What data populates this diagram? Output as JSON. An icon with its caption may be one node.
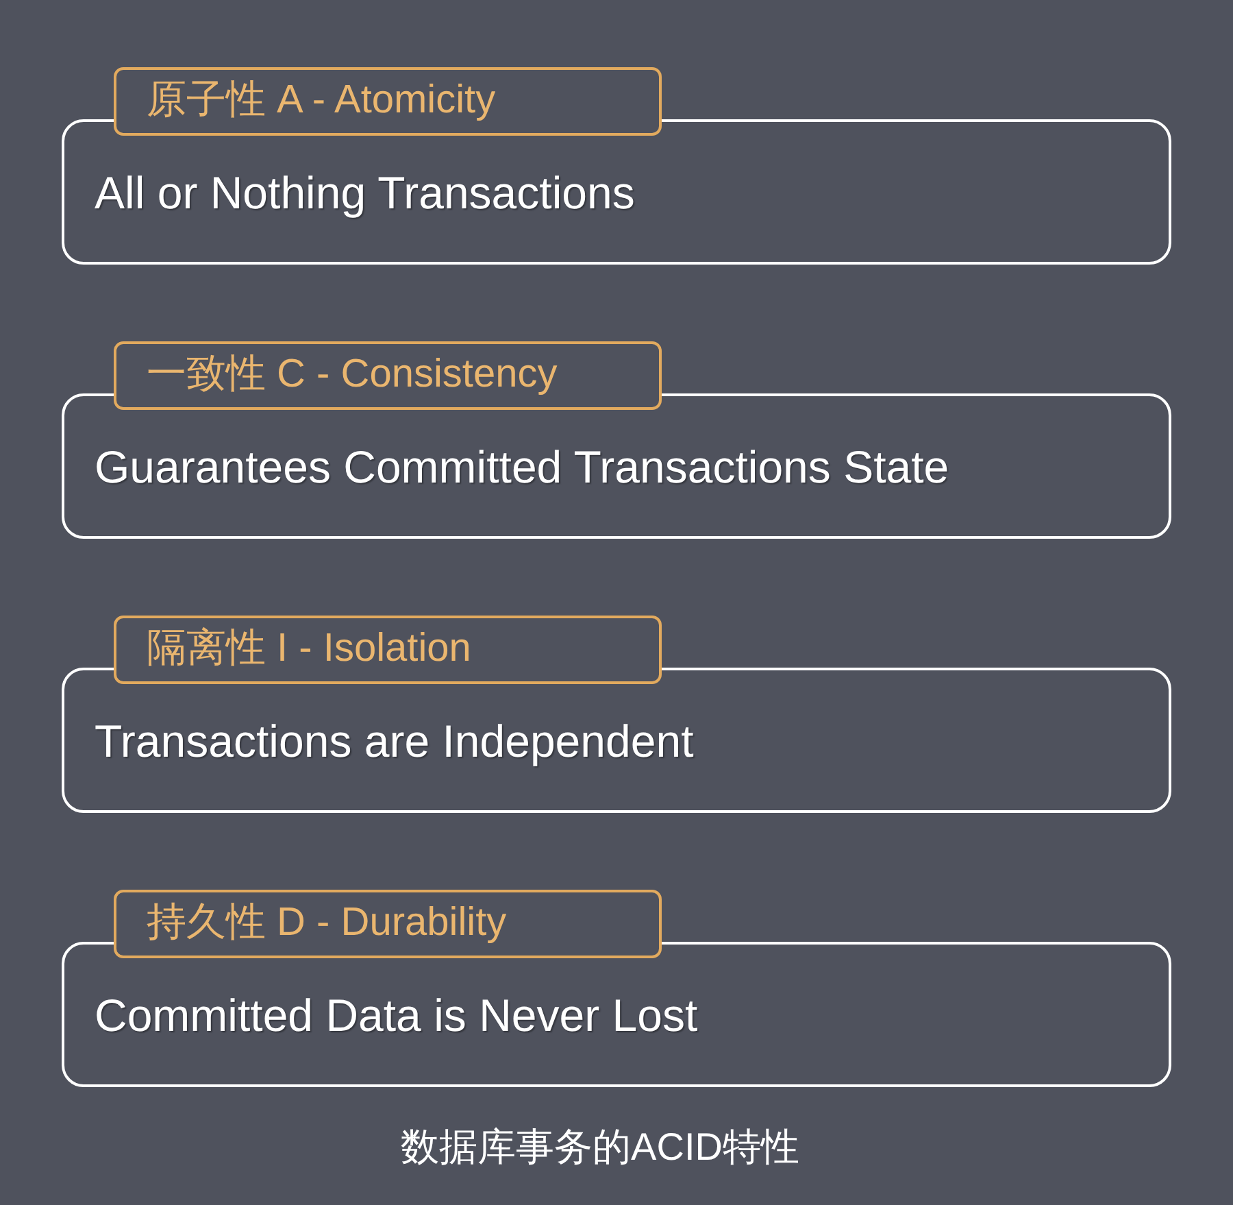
{
  "diagram": {
    "caption": "数据库事务的ACID特性",
    "nodes": [
      {
        "text": [
          "原子性 A - Atomicity",
          "All or Nothing Transactions"
        ]
      },
      {
        "text": [
          "一致性 C - Consistency",
          "Guarantees Committed Transactions State"
        ]
      },
      {
        "text": [
          "隔离性 I - Isolation",
          "Transactions are Independent"
        ]
      },
      {
        "text": [
          "持久性 D - Durability",
          "Committed Data is Never Lost"
        ]
      }
    ]
  }
}
